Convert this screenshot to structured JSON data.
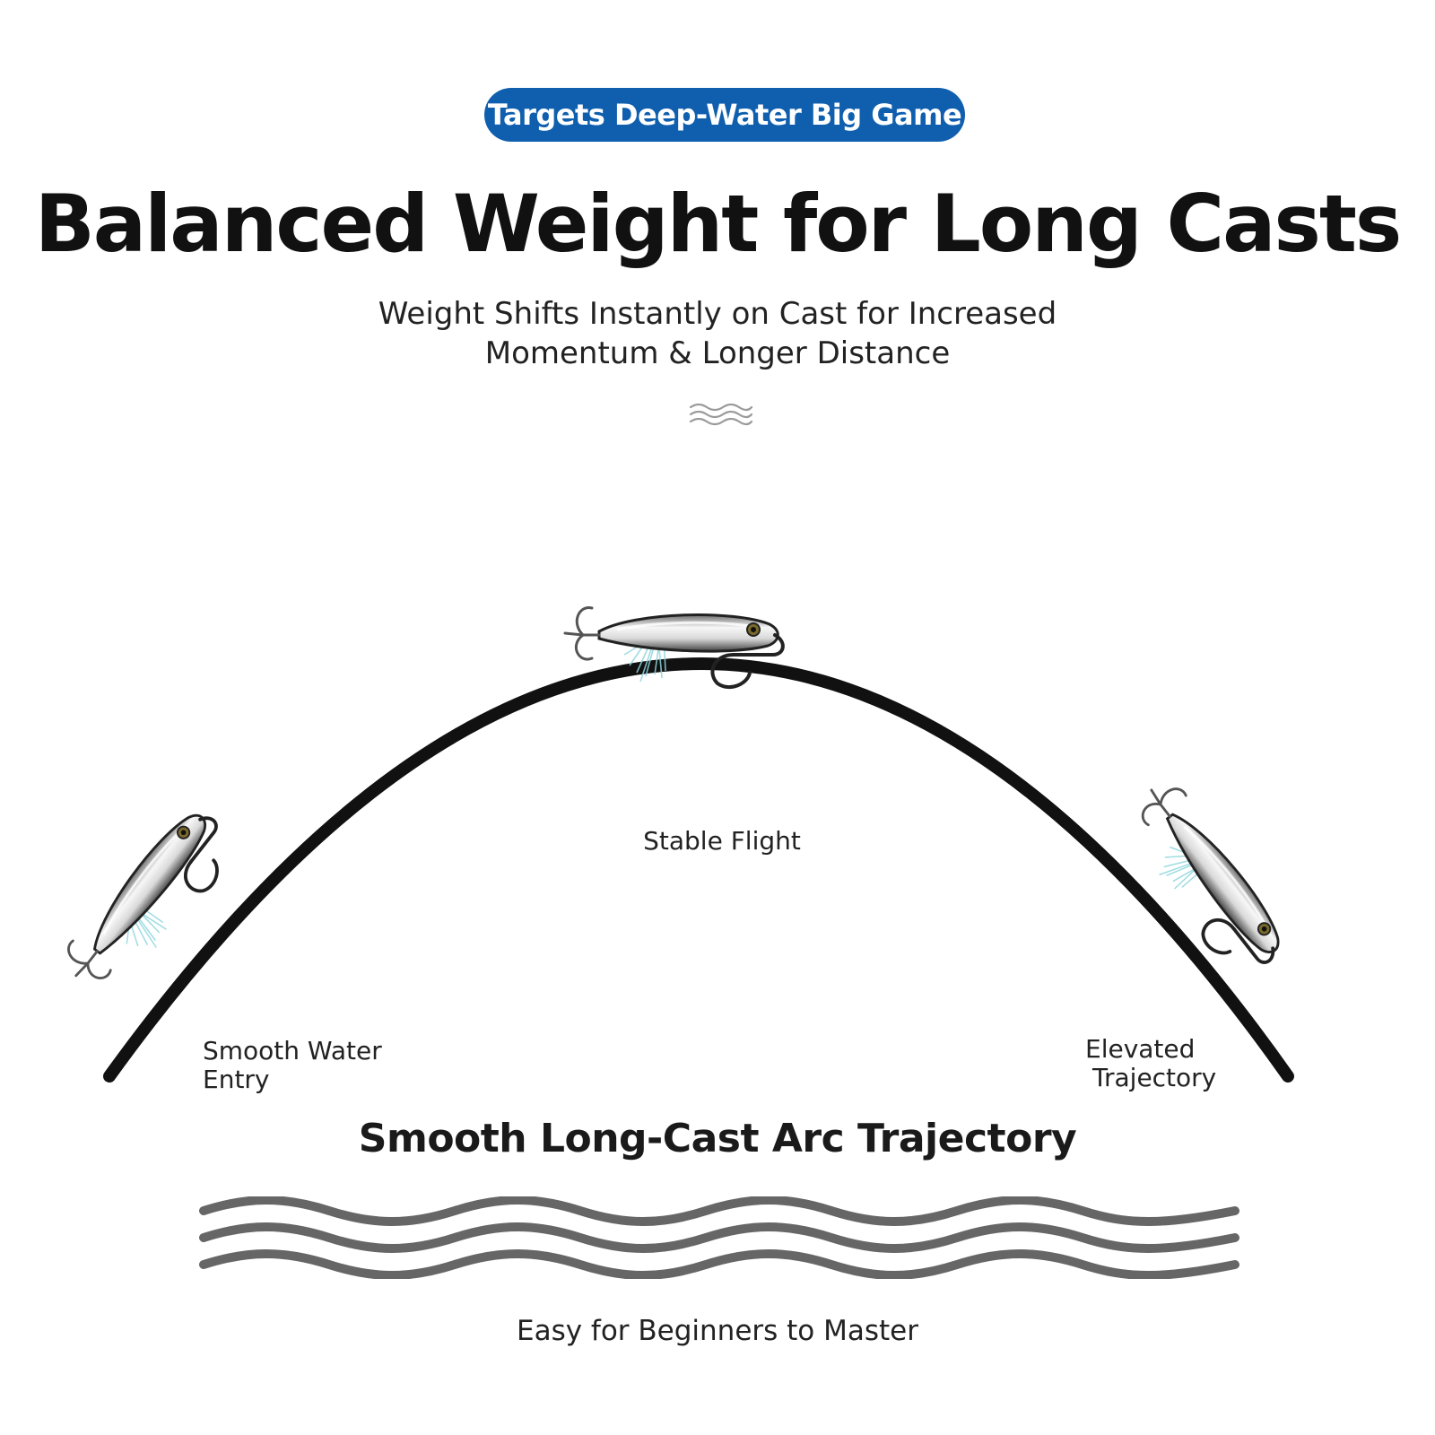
{
  "badge": {
    "text": "Targets Deep-Water Big Game",
    "color": "#0f5fae"
  },
  "title": "Balanced Weight for Long Casts",
  "subtitle": {
    "line1": "Weight Shifts Instantly on Cast for Increased",
    "line2": "Momentum & Longer Distance"
  },
  "diagram": {
    "labels": {
      "stable": "Stable Flight",
      "entry_line1": "Smooth Water",
      "entry_line2": "Entry",
      "elevated_line1": "Elevated",
      "elevated_line2": "Trajectory"
    },
    "arc_title": "Smooth Long-Cast Arc Trajectory",
    "icons": [
      "wave-icon",
      "lure-icon"
    ],
    "colors": {
      "arc": "#111111",
      "waves": "#666666",
      "feather": "#8fd6dd"
    }
  },
  "footer": "Easy for Beginners to Master"
}
